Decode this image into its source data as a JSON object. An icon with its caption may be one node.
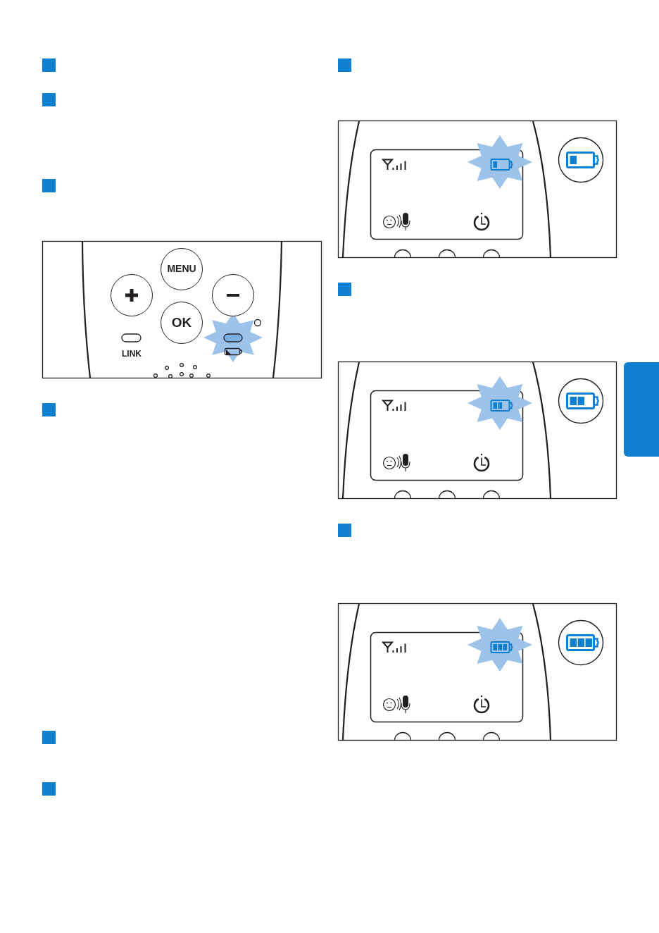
{
  "diagram": {
    "nodes": [
      {
        "text": [
          "MENU"
        ]
      },
      {
        "text": [],
        "shape": "circle"
      },
      {
        "text": [],
        "shape": "circle"
      },
      {
        "text": [
          "OK"
        ]
      },
      {
        "text": [],
        "shape": "box"
      }
    ],
    "labels": [
      "LINK"
    ]
  }
}
